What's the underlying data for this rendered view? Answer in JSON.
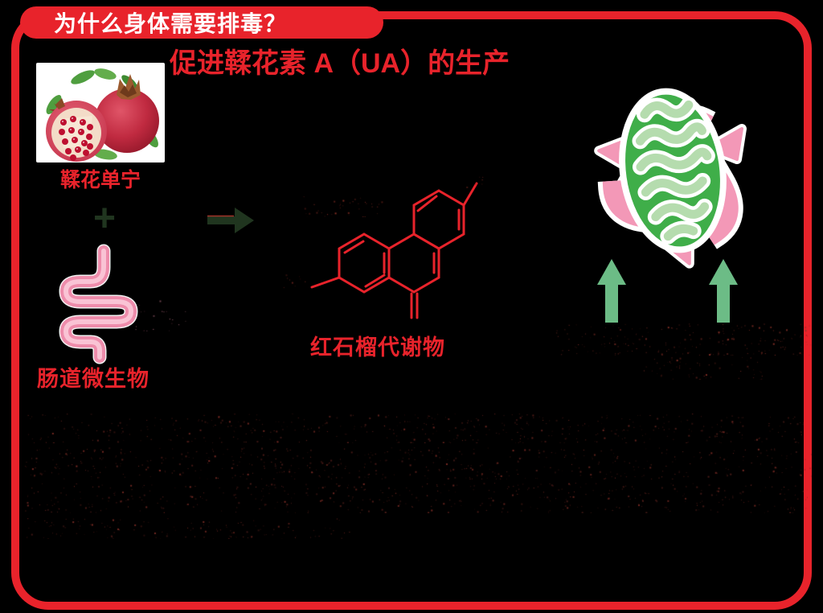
{
  "header": {
    "banner_label": "为什么身体需要排毒？",
    "title": "促进鞣花素 A（UA）的生产"
  },
  "flow": {
    "source_label": "鞣花单宁",
    "plus_sign": "+",
    "gut_label": "肠道微生物",
    "metabolite_label": "红石榴代谢物"
  },
  "icons": {
    "pomegranate_photo": "pomegranate-fruits",
    "plus_icon": "+",
    "arrow_right_icon": "→",
    "intestine_icon": "coiled-intestine",
    "molecule_structure": "urolithin-ring-skeleton",
    "recycle_icon": "recycling-arrows",
    "mitochondria_icon": "mitochondrion",
    "up_arrow_icon": "↑"
  },
  "colors": {
    "background": "#000000",
    "accent_red": "#e8232b",
    "banner_text": "#ffffff",
    "intestine_pink": "#ee8cab",
    "intestine_core_pink": "#f9c3d4",
    "recycle_pink": "#f398b7",
    "mito_green": "#3fae49",
    "mito_light_green": "#b5dcae",
    "up_arrow_green": "#6cbc86",
    "dark_green": "#20351f"
  }
}
